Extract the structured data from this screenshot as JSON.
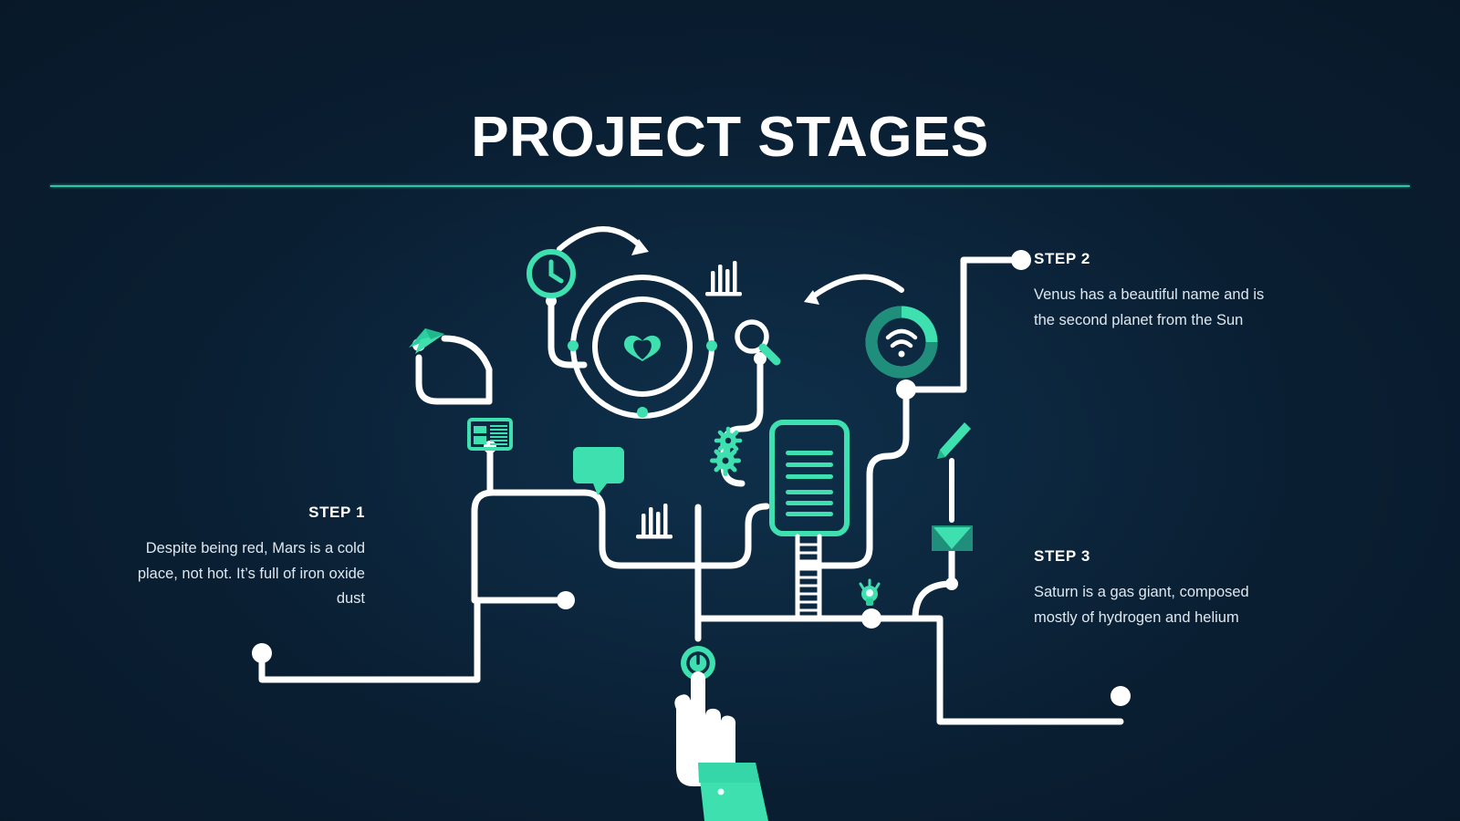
{
  "theme": {
    "background_dark": "#081828",
    "background_mid": "#0d2a43",
    "accent_teal": "#3fe0b0",
    "accent_teal_dark": "#1f8f7c",
    "rule_color": "#2ec4a6",
    "wire_white": "#ffffff",
    "text_primary": "#ffffff",
    "text_body": "#dfe7ee"
  },
  "header": {
    "title": "PROJECT STAGES"
  },
  "steps": [
    {
      "id": "step-1",
      "label": "STEP 1",
      "body": "Despite being red, Mars is a cold place, not hot. It’s full of iron oxide dust",
      "align": "right"
    },
    {
      "id": "step-2",
      "label": "STEP 2",
      "body": "Venus has a beautiful name and is the second planet from the Sun",
      "align": "left"
    },
    {
      "id": "step-3",
      "label": "STEP 3",
      "body": "Saturn is a gas giant, composed mostly of hydrogen and helium",
      "align": "left"
    }
  ],
  "icons": [
    {
      "name": "clock-icon",
      "color": "#3fe0b0"
    },
    {
      "name": "heart-icon",
      "color": "#3fe0b0"
    },
    {
      "name": "bar-chart-icon",
      "color": "#ffffff"
    },
    {
      "name": "magnifier-icon",
      "color": "#ffffff"
    },
    {
      "name": "wifi-icon",
      "color": "#3fe0b0"
    },
    {
      "name": "paper-plane-icon",
      "color": "#3fe0b0"
    },
    {
      "name": "layout-window-icon",
      "color": "#3fe0b0"
    },
    {
      "name": "chat-bubble-icon",
      "color": "#3fe0b0"
    },
    {
      "name": "gears-icon",
      "color": "#3fe0b0"
    },
    {
      "name": "document-icon",
      "color": "#3fe0b0"
    },
    {
      "name": "pencil-icon",
      "color": "#3fe0b0"
    },
    {
      "name": "download-tray-icon",
      "color": "#3fe0b0"
    },
    {
      "name": "lightbulb-icon",
      "color": "#3fe0b0"
    },
    {
      "name": "ladder-icon",
      "color": "#ffffff"
    },
    {
      "name": "power-button-icon",
      "color": "#3fe0b0"
    },
    {
      "name": "pointing-hand-icon",
      "color": "#ffffff"
    },
    {
      "name": "curved-arrow-icon",
      "color": "#ffffff"
    }
  ]
}
